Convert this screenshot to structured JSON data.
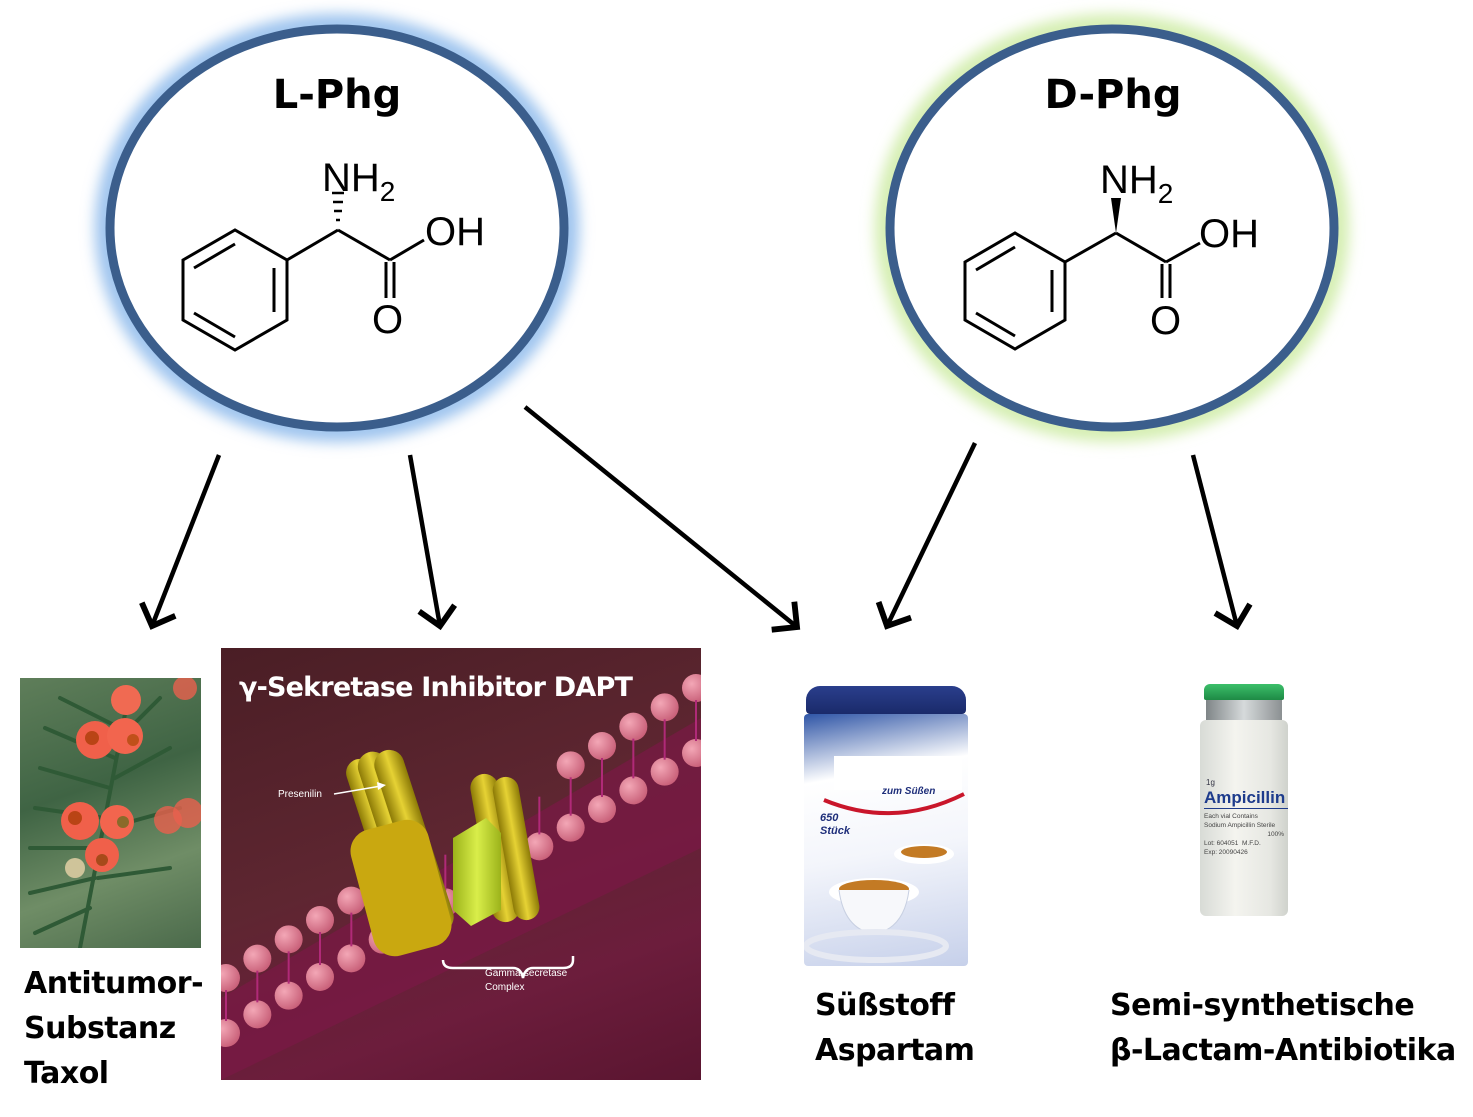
{
  "title": "L-Phg and D-Phg applications",
  "colors": {
    "circle_stroke": "#3b5e8c",
    "l_glow": "#9cc3ee",
    "d_glow": "#d4eeb0",
    "membrane_bg": "#5a1f2e",
    "lipid_head": "#e27d93",
    "helix_yellow": "#d9c21f",
    "helix_green": "#c7e22d"
  },
  "molecules": [
    {
      "id": "l-phg",
      "name": "L-Phg",
      "amine_label": "NH",
      "amine_subscript": "2",
      "acid_label": "OH",
      "carbonyl_label": "O",
      "stereo_bond": "hashed"
    },
    {
      "id": "d-phg",
      "name": "D-Phg",
      "amine_label": "NH",
      "amine_subscript": "2",
      "acid_label": "OH",
      "carbonyl_label": "O",
      "stereo_bond": "wedge"
    }
  ],
  "arrows": [
    {
      "from": "L-Phg",
      "to": "Antitumor-Substanz Taxol"
    },
    {
      "from": "L-Phg",
      "to": "γ-Sekretase Inhibitor DAPT"
    },
    {
      "from": "L-Phg",
      "to": "Süßstoff Aspartam"
    },
    {
      "from": "D-Phg",
      "to": "Süßstoff Aspartam"
    },
    {
      "from": "D-Phg",
      "to": "Semi-synthetische β-Lactam-Antibiotika"
    }
  ],
  "products": {
    "taxol": {
      "image": "yew-berries-photo",
      "caption_lines": [
        "Antitumor-",
        "Substanz",
        "Taxol"
      ]
    },
    "dapt": {
      "title": "γ-Sekretase Inhibitor DAPT",
      "presenilin_label": "Presenilin",
      "complex_label_lines": [
        "Gamma-secretase",
        "Complex"
      ]
    },
    "aspartam": {
      "image": "sweetener-dispenser-photo",
      "pack_text_1": "zum Süßen",
      "pack_count": "650",
      "pack_unit": "Stück",
      "caption_lines": [
        "Süßstoff",
        "Aspartam"
      ]
    },
    "antibiotics": {
      "image": "ampicillin-vial-photo",
      "vial_dose": "1g",
      "vial_name": "Ampicillin",
      "vial_line_1": "Each  vial Contains",
      "vial_line_2": "Sodium Ampicillin Sterile",
      "vial_line_3": "100%",
      "vial_lot": "Lot: 604051",
      "vial_mfd": "M.F.D.",
      "vial_exp": "Exp: 20090426",
      "caption_lines": [
        "Semi-synthetische",
        "β-Lactam-Antibiotika"
      ]
    }
  }
}
